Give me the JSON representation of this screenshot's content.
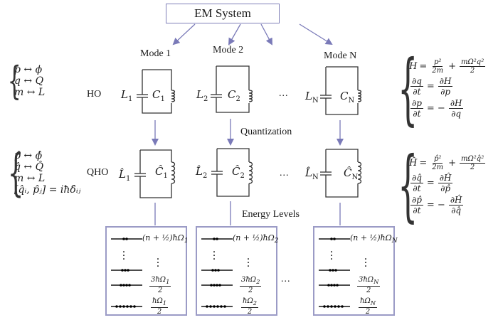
{
  "title": "EM System",
  "modes": [
    {
      "label": "Mode 1",
      "L": "L",
      "C": "C",
      "sub": "1"
    },
    {
      "label": "Mode 2",
      "L": "L",
      "C": "C",
      "sub": "2"
    },
    {
      "label": "Mode N",
      "L": "L",
      "C": "C",
      "sub": "N"
    }
  ],
  "row_labels": {
    "classical": "HO",
    "quantum": "QHO"
  },
  "transitions": {
    "quantization": "Quantization",
    "energy": "Energy Levels"
  },
  "ellipsis": "...",
  "classical_mapping": [
    "p ↔ ϕ",
    "q ↔ Q",
    "m ↔ L"
  ],
  "quantum_mapping": [
    "p̂ ↔ ϕ̂",
    "q̂ ↔ Q̂",
    "m ↔ L",
    "[q̂ᵢ, p̂ⱼ] = iħδ̂ᵢⱼ"
  ],
  "classical_equations": {
    "hamiltonian_lhs": "H",
    "term1_num": "p²",
    "term1_den": "2m",
    "term2_num": "mΩ²q²",
    "term2_den": "2",
    "dq_num": "∂q",
    "dq_den": "∂t",
    "dH_dp_num": "∂H",
    "dH_dp_den": "∂p",
    "dp_num": "∂p",
    "dp_den": "∂t",
    "dH_dq_num": "∂H",
    "dH_dq_den": "∂q"
  },
  "quantum_equations": {
    "hamiltonian_lhs": "Ĥ",
    "term1_num": "p̂²",
    "term1_den": "2m",
    "term2_num": "mΩ²q̂²",
    "term2_den": "2",
    "dq_num": "∂q̂",
    "dq_den": "∂t",
    "dH_dp_num": "∂Ĥ",
    "dH_dp_den": "∂p̂",
    "dp_num": "∂p̂",
    "dp_den": "∂t",
    "dH_dq_num": "∂Ĥ",
    "dH_dq_den": "∂q̂"
  },
  "energy_levels": [
    {
      "sub": "1",
      "top": "(n + ½)ħΩ",
      "second_num": "3ħΩ",
      "ground_num": "ħΩ",
      "den": "2"
    },
    {
      "sub": "2",
      "top": "(n + ½)ħΩ",
      "second_num": "3ħΩ",
      "ground_num": "ħΩ",
      "den": "2"
    },
    {
      "sub": "N",
      "top": "(n + ½)ħΩ",
      "second_num": "3ħΩ",
      "ground_num": "ħΩ",
      "den": "2"
    }
  ],
  "colors": {
    "arrow": "#7a7ab8",
    "box_border": "#9b9bc6",
    "wire": "#333333"
  }
}
